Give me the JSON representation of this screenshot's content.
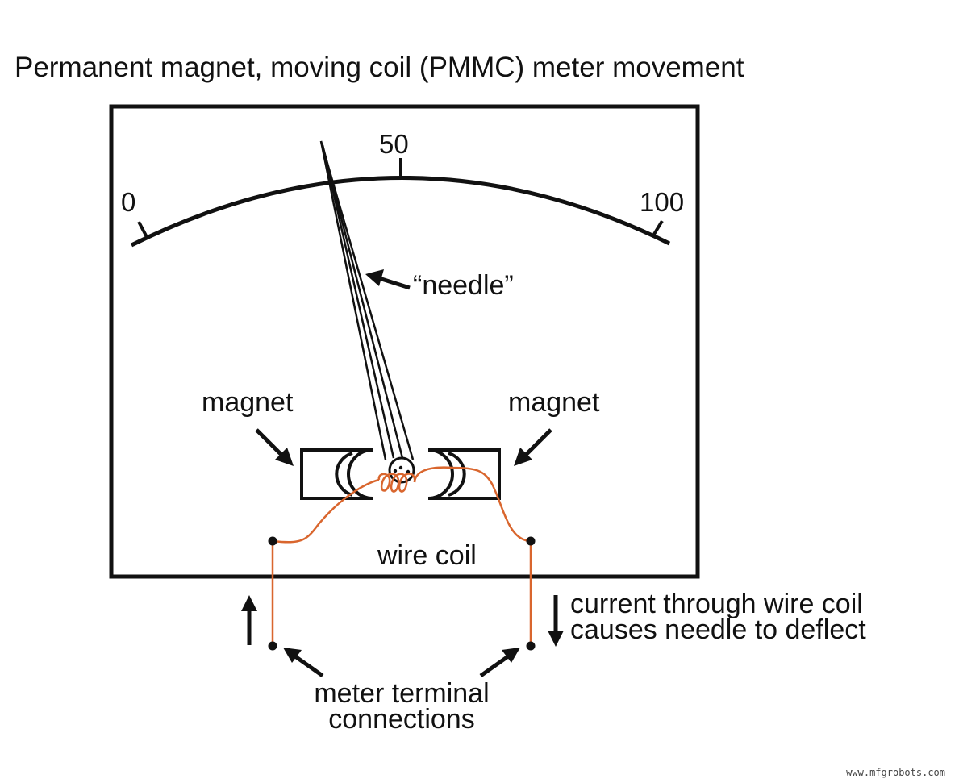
{
  "title": "Permanent magnet, moving coil (PMMC) meter movement",
  "scale": {
    "min_label": "0",
    "mid_label": "50",
    "max_label": "100"
  },
  "labels": {
    "needle": "“needle”",
    "magnet_left": "magnet",
    "magnet_right": "magnet",
    "wire_coil": "wire coil",
    "current_line1": "current through wire coil",
    "current_line2": "causes needle to deflect",
    "terminals_line1": "meter terminal",
    "terminals_line2": "connections"
  },
  "watermark": "www.mfgrobots.com",
  "colors": {
    "ink": "#111111",
    "wire": "#d9662e",
    "background": "#ffffff"
  }
}
